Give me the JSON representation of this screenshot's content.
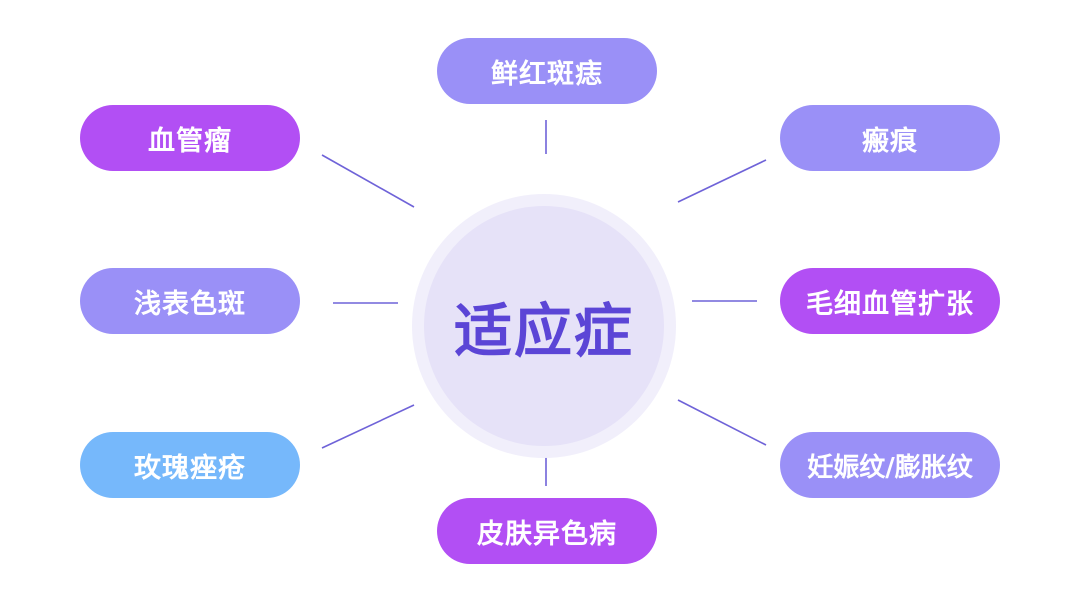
{
  "center": {
    "label": "适应症"
  },
  "nodes": {
    "top": "鲜红斑痣",
    "bottom": "皮肤异色病",
    "left": [
      "血管瘤",
      "浅表色斑",
      "玫瑰痤疮"
    ],
    "right": [
      "瘢痕",
      "毛细血管扩张",
      "妊娠纹/膨胀纹"
    ]
  }
}
